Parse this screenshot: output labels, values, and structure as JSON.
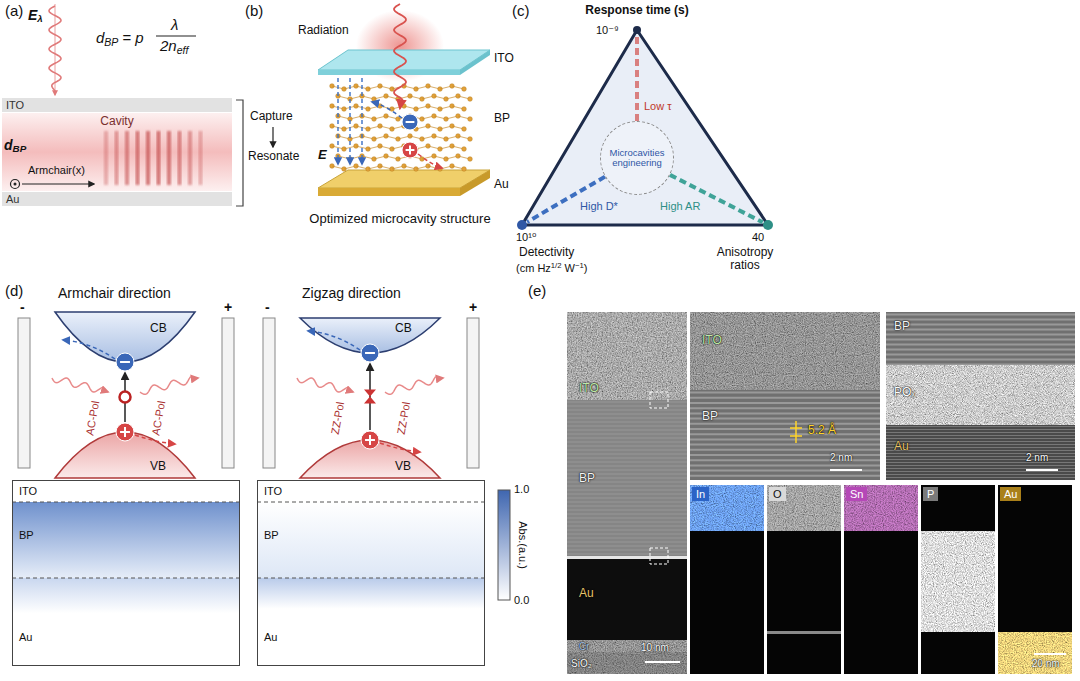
{
  "diagram": {
    "nodes": [
      {
        "text": [
          "ITO"
        ]
      },
      {
        "text": [
          "Cavity"
        ]
      },
      {
        "text": [
          "Au"
        ]
      },
      {
        "text": [
          "Microcavities engineering"
        ]
      },
      {
        "text": [
          "ITO",
          "BP",
          "Au"
        ]
      },
      {
        "text": [
          "ITO",
          "BP",
          "Au"
        ]
      },
      {
        "text": [
          "ITO",
          "BP",
          "Au",
          "Cr",
          "SiO₂",
          "10 nm"
        ]
      },
      {
        "text": [
          "ITO",
          "BP",
          "5.2 Å",
          "2 nm"
        ]
      },
      {
        "text": [
          "BP",
          "POₓ",
          "Au",
          "2 nm"
        ]
      },
      {
        "text": [
          "In"
        ]
      },
      {
        "text": [
          "O"
        ]
      },
      {
        "text": [
          "Sn"
        ]
      },
      {
        "text": [
          "P"
        ]
      },
      {
        "text": [
          "Au",
          "20 nm"
        ]
      }
    ],
    "labels": [
      "(a)",
      "E",
      "λ",
      "d",
      "BP",
      "= p",
      "λ",
      "2n",
      "eff",
      "d",
      "BP",
      "Armchair(x)",
      "Capture",
      "Resonate",
      "(b)",
      "Radiation",
      "ITO",
      "BP",
      "Au",
      "E",
      "Optimized microcavity structure",
      "(c)",
      "Response time (s)",
      "10⁻⁹",
      "Low τ",
      "High D*",
      "High AR",
      "10¹⁰",
      "40",
      "Detectivity",
      "(cm Hz",
      "1/2",
      "W",
      "−1",
      ")",
      "Anisotropy ratios",
      "(d)",
      "Armchair direction",
      "Zigzag direction",
      "-",
      "+",
      "CB",
      "VB",
      "AC-Pol",
      "AC-Pol",
      "-",
      "+",
      "CB",
      "VB",
      "ZZ-Pol",
      "ZZ-Pol",
      "1.0",
      "Abs.(a.u.)",
      "0.0",
      "(e)"
    ]
  }
}
